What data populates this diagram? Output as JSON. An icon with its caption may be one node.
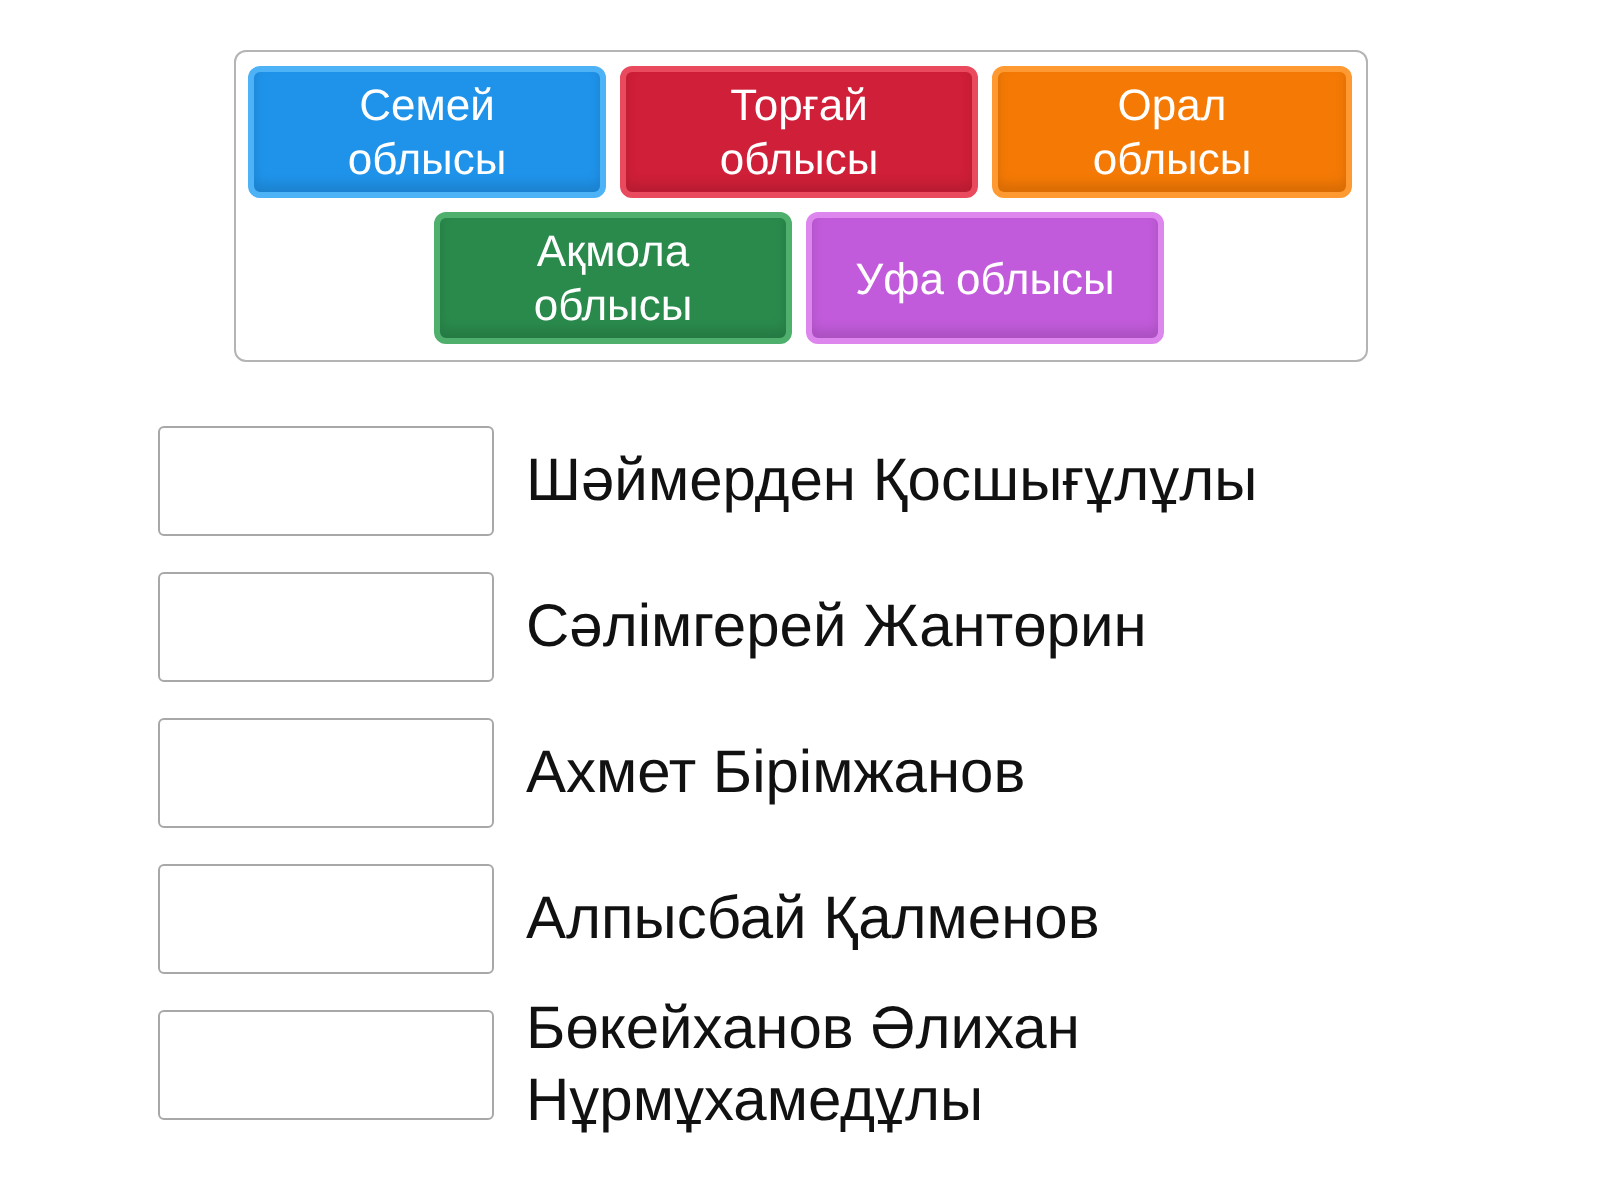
{
  "diagram": {
    "nodes": [
      {
        "text": [],
        "shape": "box"
      },
      {
        "text": [
          "Семей облысы"
        ],
        "in": 0
      },
      {
        "text": [
          "Торғай облысы"
        ],
        "in": 0
      },
      {
        "text": [
          "Орал облысы"
        ],
        "in": 0
      },
      {
        "text": [
          "Ақмола облысы"
        ],
        "in": 0
      },
      {
        "text": [
          "Уфа облысы"
        ],
        "in": 0
      },
      {
        "text": [],
        "shape": "box",
        "beside": [
          "Шәймерден Қосшығұлұлы"
        ]
      },
      {
        "text": [],
        "shape": "box",
        "beside": [
          "Сәлімгерей Жантөрин"
        ]
      },
      {
        "text": [],
        "shape": "box",
        "beside": [
          "Ахмет Бірімжанов"
        ]
      },
      {
        "text": [],
        "shape": "box",
        "beside": [
          "Алпысбай Қалменов"
        ]
      },
      {
        "text": [],
        "shape": "box",
        "beside": [
          "Бөкейханов Әлихан Нұрмұхамедұлы"
        ]
      }
    ]
  }
}
